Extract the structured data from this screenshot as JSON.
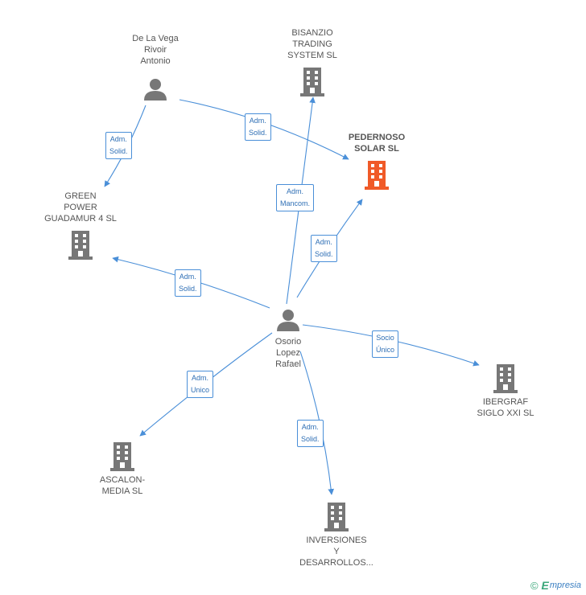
{
  "colors": {
    "edge": "#4a8fd8",
    "icon_gray": "#777777",
    "icon_highlight": "#f05a28"
  },
  "nodes": {
    "delavega": {
      "label": "De La Vega\nRivoir\nAntonio",
      "icon": "person-icon"
    },
    "bisanzio": {
      "label": "BISANZIO\nTRADING\nSYSTEM SL",
      "icon": "building-icon"
    },
    "pedernoso": {
      "label": "PEDERNOSO\nSOLAR SL",
      "icon": "building-icon"
    },
    "green": {
      "label": "GREEN\nPOWER\nGUADAMUR 4 SL",
      "icon": "building-icon"
    },
    "osorio": {
      "label": "Osorio\nLopez\nRafael",
      "icon": "person-icon"
    },
    "ibergraf": {
      "label": "IBERGRAF\nSIGLO XXI  SL",
      "icon": "building-icon"
    },
    "ascalon": {
      "label": "ASCALON-\nMEDIA  SL",
      "icon": "building-icon"
    },
    "inversiones": {
      "label": "INVERSIONES\nY\nDESARROLLOS...",
      "icon": "building-icon"
    }
  },
  "relations": {
    "r1": "Adm.\nSolid.",
    "r2": "Adm.\nSolid.",
    "r3": "Adm.\nMancom.",
    "r4": "Adm.\nSolid.",
    "r5": "Adm.\nSolid.",
    "r6": "Socio\nÚnico",
    "r7": "Adm.\nUnico",
    "r8": "Adm.\nSolid."
  },
  "brand": {
    "copyright": "©",
    "name_initial": "E",
    "name_rest": "mpresia"
  }
}
